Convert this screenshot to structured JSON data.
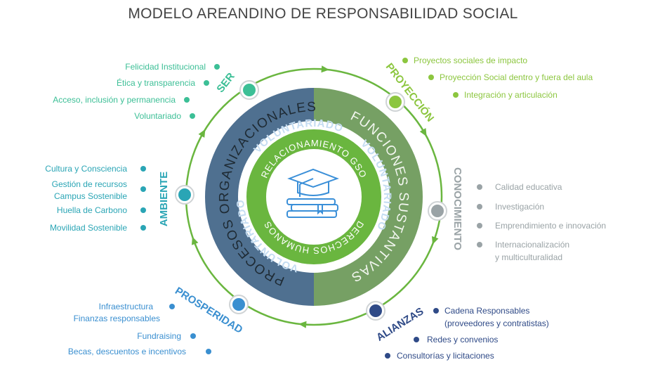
{
  "title": "MODELO AREANDINO DE RESPONSABILIDAD SOCIAL",
  "rings": {
    "outer_left": "PROCESOS ORGANIZACIONALES",
    "outer_right": "FUNCIONES SUSTANTIVAS",
    "band": "VOLUNTARIADO",
    "inner_top": "RELACIONAMIENTO GSO",
    "inner_bottom": "DERECHOS HUMANOS"
  },
  "center_icon": "graduation-cap-books-icon",
  "colors": {
    "ser": "#3cbf96",
    "ambiente": "#2aa5b5",
    "proyeccion": "#8cc63f",
    "conocimiento": "#9aa3a6",
    "alianzas": "#2f4a87",
    "prosperidad": "#3a8fd0",
    "ring_left": "#4f7090",
    "ring_right": "#76a064",
    "inner_ring": "#6ab63f",
    "cycle": "#6ab63f",
    "band_text": "#c5ddf2"
  },
  "categories": {
    "ser": {
      "label": "SER",
      "items": [
        "Felicidad Institucional",
        "Ética y transparencia",
        "Acceso,  inclusión y permanencia",
        "Voluntariado"
      ]
    },
    "ambiente": {
      "label": "AMBIENTE",
      "items": [
        "Cultura y Consciencia",
        "Gestión de recursos",
        "Campus Sostenible",
        "Huella de Carbono",
        "Movilidad Sostenible"
      ]
    },
    "prosperidad": {
      "label": "PROSPERIDAD",
      "items": [
        "Infraestructura",
        "Finanzas responsables",
        "Fundraising",
        "Becas, descuentos e incentivos"
      ]
    },
    "proyeccion": {
      "label": "PROYECCIÓN",
      "items": [
        "Proyectos sociales de impacto",
        "Proyección Social dentro y fuera del aula",
        "Integración y articulación"
      ]
    },
    "conocimiento": {
      "label": "CONOCIMIENTO",
      "items": [
        "Calidad educativa",
        "Investigación",
        "Emprendimiento e innovación",
        "Internacionalización",
        "y multiculturalidad"
      ]
    },
    "alianzas": {
      "label": "ALIANZAS",
      "items": [
        "Cadena Responsables",
        "(proveedores y contratistas)",
        "Redes y convenios",
        "Consultorías y licitaciones"
      ]
    }
  }
}
